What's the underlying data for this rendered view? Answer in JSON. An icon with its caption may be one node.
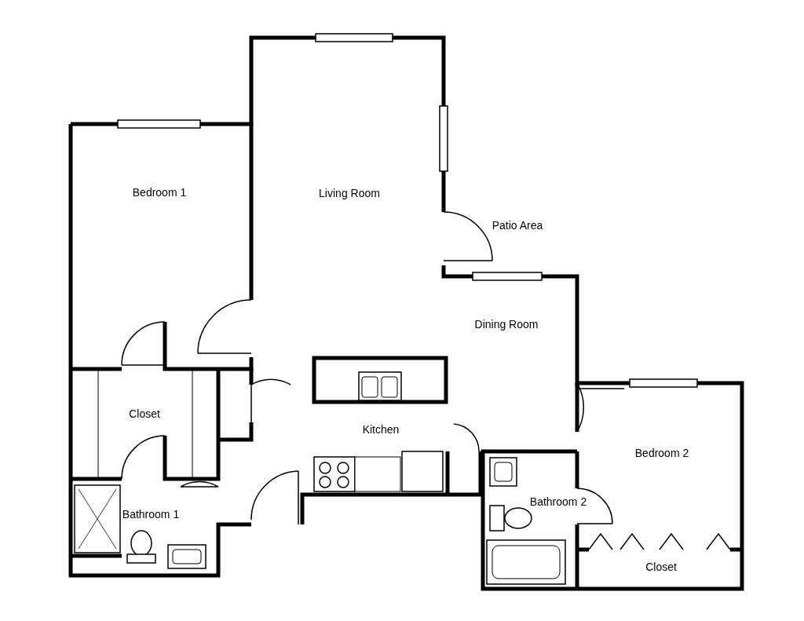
{
  "diagram": {
    "labels": [
      "Bedroom 1",
      "Living Room",
      "Patio Area",
      "Dining Room",
      "Closet",
      "Kitchen",
      "Bedroom 2",
      "Bathroom 2",
      "Bathroom 1",
      "Closet"
    ]
  }
}
